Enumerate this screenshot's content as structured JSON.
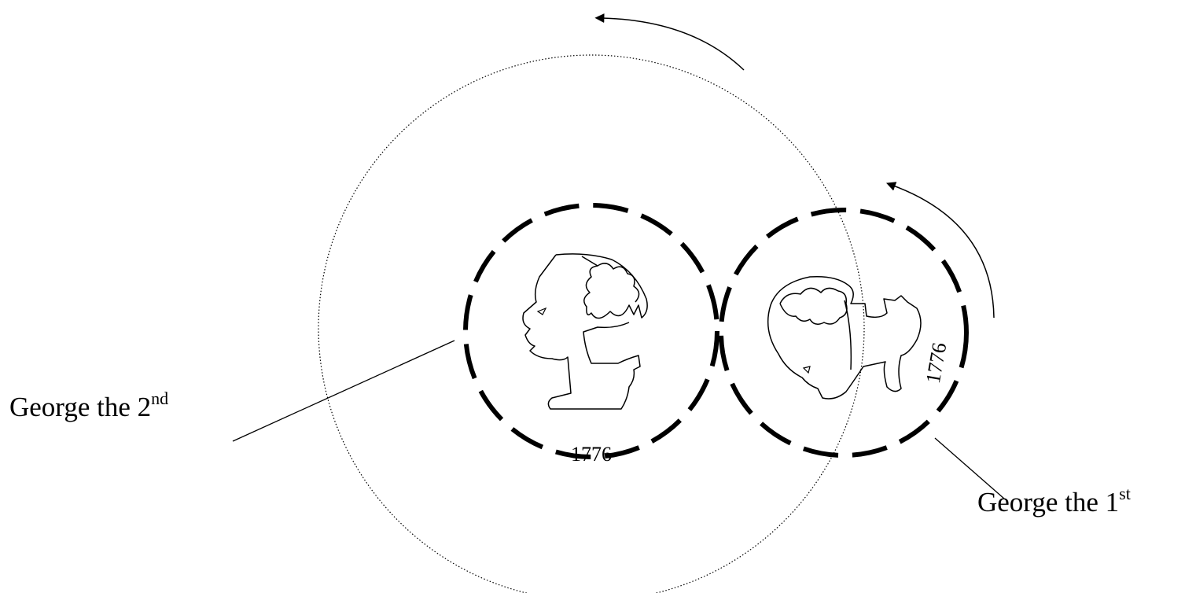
{
  "labels": {
    "left": {
      "name": "George the 2",
      "ordinal": "nd"
    },
    "right": {
      "name": "George the 1",
      "ordinal": "st"
    }
  },
  "coins": {
    "left_date": "1776",
    "right_date": "1776"
  },
  "colors": {
    "ink": "#000000",
    "background": "#ffffff"
  }
}
